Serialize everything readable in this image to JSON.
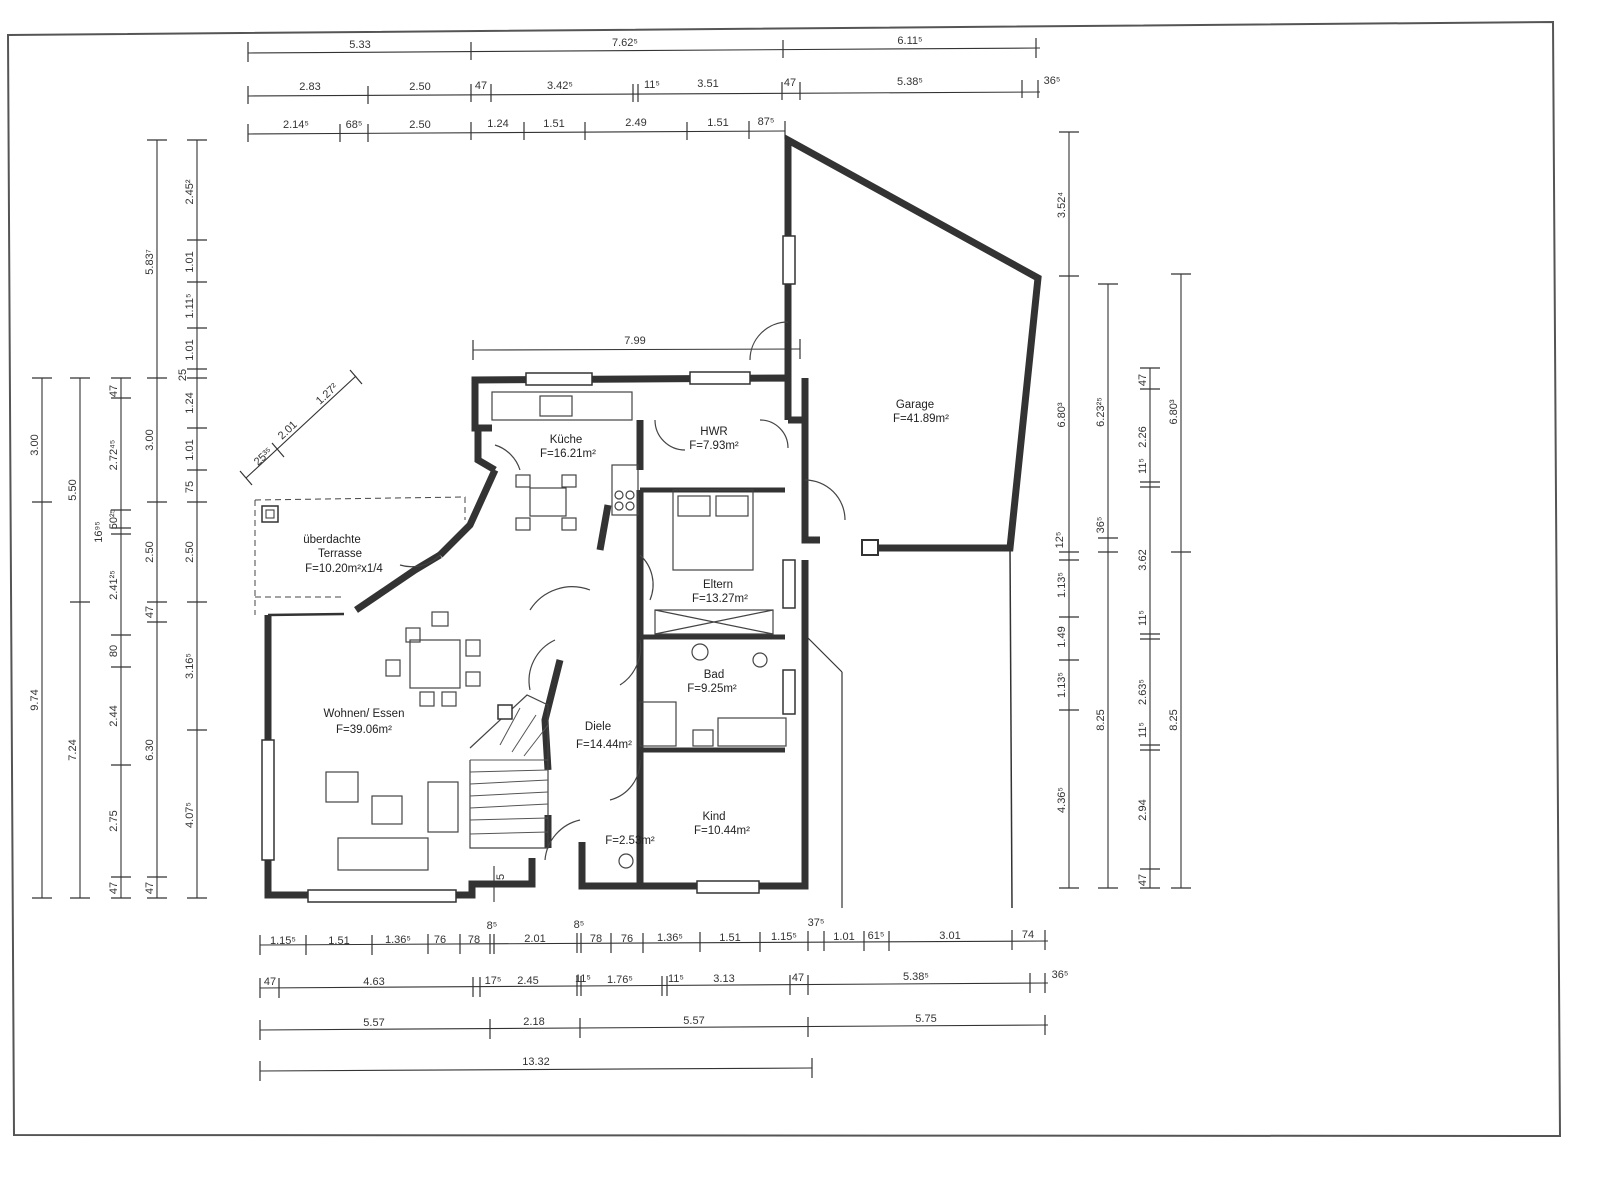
{
  "rooms": {
    "kueche": {
      "name": "Küche",
      "area": "F=16.21m²"
    },
    "hwr": {
      "name": "HWR",
      "area": "F=7.93m²"
    },
    "garage": {
      "name": "Garage",
      "area": "F=41.89m²"
    },
    "terrasse": {
      "line1": "überdachte",
      "line2": "Terrasse",
      "area": "F=10.20m²x1/4"
    },
    "eltern": {
      "name": "Eltern",
      "area": "F=13.27m²"
    },
    "bad": {
      "name": "Bad",
      "area": "F=9.25m²"
    },
    "wohnen": {
      "name": "Wohnen/ Essen",
      "area": "F=39.06m²"
    },
    "diele": {
      "name": "Diele",
      "area": "F=14.44m²"
    },
    "kind": {
      "name": "Kind",
      "area": "F=10.44m²"
    },
    "wc": {
      "area": "F=2.53m²"
    }
  },
  "dimensions": {
    "top1": [
      "5.33",
      "7.62⁵",
      "6.11⁵"
    ],
    "top2": [
      "2.83",
      "2.50",
      "47",
      "3.42⁵",
      "11⁵",
      "3.51",
      "47",
      "5.38⁵",
      "36⁵"
    ],
    "top3": [
      "2.14⁵",
      "68⁵",
      "2.50",
      "1.24",
      "1.51",
      "2.49",
      "1.51",
      "87⁵"
    ],
    "inner": "7.99",
    "diagonal": [
      "25³⁵",
      "2.01",
      "1.27²"
    ],
    "bottom1": [
      "1.15⁵",
      "1.51",
      "1.36⁵",
      "76",
      "78",
      "8⁵",
      "2.01",
      "8⁵",
      "78",
      "76",
      "1.36⁵",
      "1.51",
      "1.15⁵",
      "37⁵",
      "1.01",
      "61⁵",
      "3.01",
      "74"
    ],
    "bottom2": [
      "47",
      "4.63",
      "17⁵",
      "2.45",
      "11⁵",
      "1.76⁵",
      "11⁵",
      "3.13",
      "47",
      "5.38⁵",
      "36⁵"
    ],
    "bottom3": [
      "5.57",
      "2.18",
      "5.57",
      "5.75"
    ],
    "bottom4": "13.32",
    "entry": "75",
    "left1": [
      "3.00",
      "9.74"
    ],
    "left2": [
      "5.50",
      "7.24"
    ],
    "left3": [
      "47",
      "2.72⁴⁵",
      "50²⁵",
      "16⁹⁵",
      "2.41²⁵",
      "80",
      "2.44",
      "2.75",
      "47"
    ],
    "left4": [
      "5.83⁷",
      "3.00",
      "2.50",
      "47",
      "6.30",
      "47"
    ],
    "left5": [
      "2.45²",
      "1.01",
      "1.11⁵",
      "1.01",
      "25",
      "1.24",
      "1.01",
      "75",
      "2.50",
      "3.16⁵",
      "4.07⁵"
    ],
    "right1": [
      "3.52⁴",
      "6.80³",
      "12⁵",
      "1.13⁵",
      "1.49",
      "1.13⁵",
      "4.36⁵"
    ],
    "right2": [
      "6.23²⁵",
      "36⁵",
      "8.25"
    ],
    "right3": [
      "47",
      "2.26",
      "11⁵",
      "3.62",
      "11⁵",
      "2.63⁵",
      "11⁵",
      "2.94",
      "47"
    ],
    "right4": [
      "6.80³",
      "8.25"
    ]
  }
}
